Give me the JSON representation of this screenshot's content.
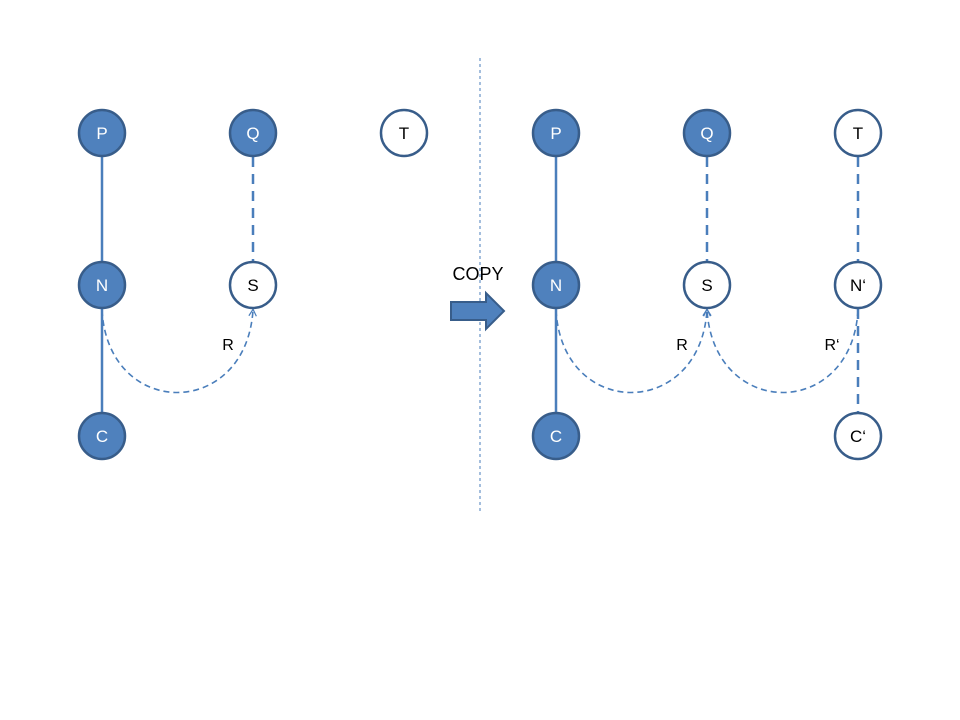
{
  "colors": {
    "node_fill_filled": "#4f81bd",
    "node_fill_empty": "#ffffff",
    "node_stroke": "#385d8a",
    "edge": "#4a7ebb",
    "label_on_filled": "#ffffff",
    "label_on_empty": "#000000"
  },
  "arrow_label": "COPY",
  "left": {
    "nodes": {
      "P": "P",
      "Q": "Q",
      "T": "T",
      "N": "N",
      "S": "S",
      "C": "C"
    },
    "edge_labels": {
      "R": "R"
    }
  },
  "right": {
    "nodes": {
      "P": "P",
      "Q": "Q",
      "T": "T",
      "N": "N",
      "S": "S",
      "C": "C",
      "N2": "N‘",
      "C2": "C‘"
    },
    "edge_labels": {
      "R": "R",
      "R2": "R‘"
    }
  }
}
